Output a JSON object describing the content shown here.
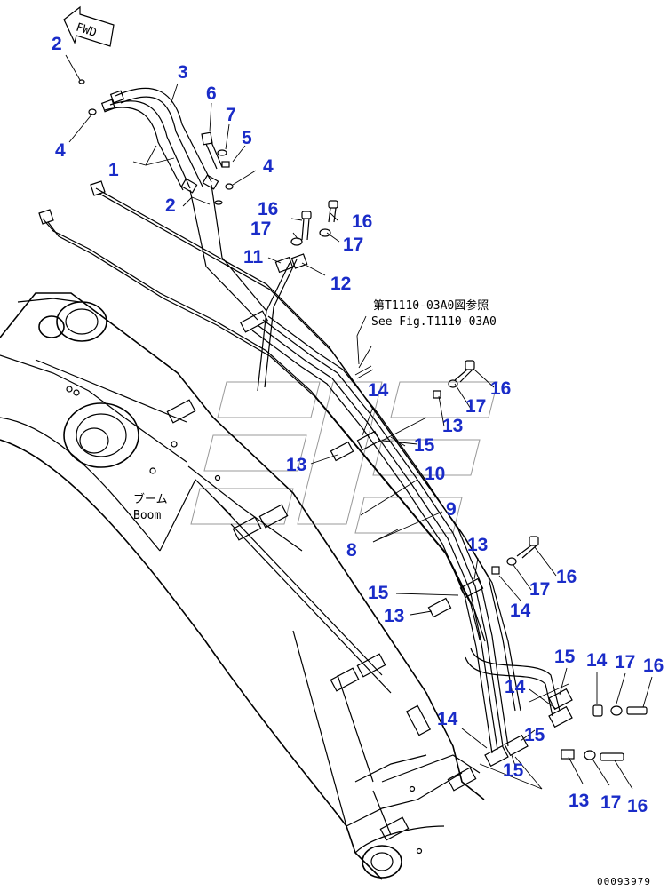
{
  "fwd_label": "FWD",
  "reference_note": {
    "jp": "第T1110-03A0図参照",
    "en": "See Fig.T1110-03A0"
  },
  "boom_label": {
    "jp": "ブーム",
    "en": "Boom"
  },
  "drawing_code": "00093979",
  "callouts": {
    "c1": "1",
    "c2a": "2",
    "c2b": "2",
    "c3": "3",
    "c4a": "4",
    "c4b": "4",
    "c5": "5",
    "c6": "6",
    "c7": "7",
    "c8": "8",
    "c9": "9",
    "c10": "10",
    "c11": "11",
    "c12": "12",
    "c13a": "13",
    "c13b": "13",
    "c13c": "13",
    "c13d": "13",
    "c13e": "13",
    "c14a": "14",
    "c14b": "14",
    "c14c": "14",
    "c14d": "14",
    "c14e": "14",
    "c15a": "15",
    "c15b": "15",
    "c15c": "15",
    "c15d": "15",
    "c15e": "15",
    "c16a": "16",
    "c16b": "16",
    "c16c": "16",
    "c16d": "16",
    "c16e": "16",
    "c16f": "16",
    "c17a": "17",
    "c17b": "17",
    "c17c": "17",
    "c17d": "17",
    "c17e": "17",
    "c17f": "17"
  }
}
